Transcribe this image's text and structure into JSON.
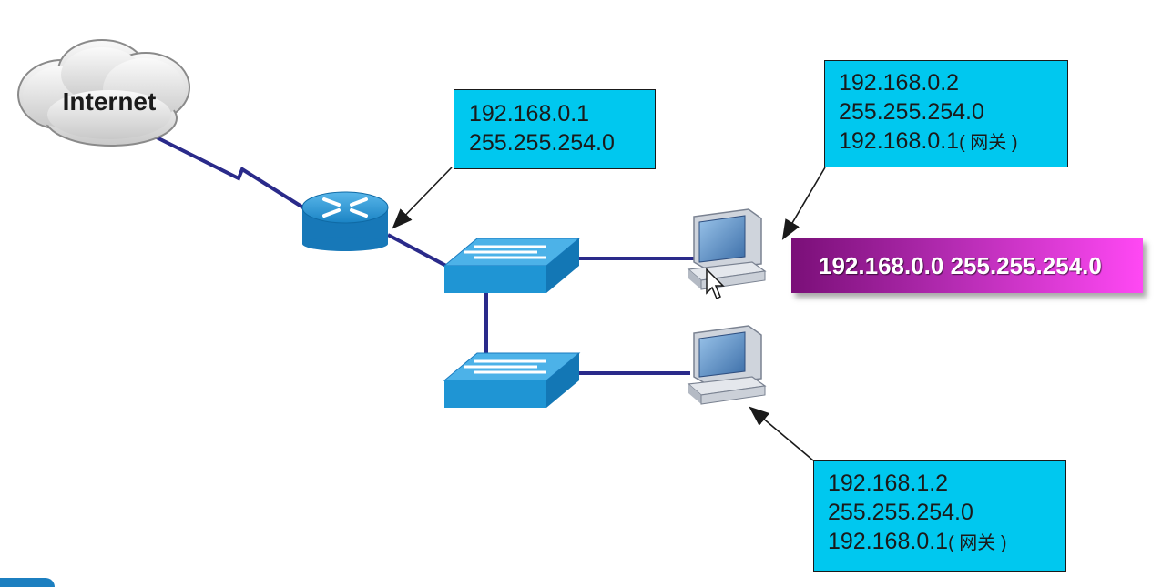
{
  "diagram": {
    "cloud": {
      "label": "Internet"
    },
    "router_box": {
      "ip": "192.168.0.1",
      "mask": "255.255.254.0"
    },
    "pc1_box": {
      "ip": "192.168.0.2",
      "mask": "255.255.254.0",
      "gateway": "192.168.0.1",
      "gateway_note": "( 网关 )"
    },
    "subnet_banner": {
      "text": "192.168.0.0 255.255.254.0"
    },
    "pc2_box": {
      "ip": "192.168.1.2",
      "mask": "255.255.254.0",
      "gateway": "192.168.0.1",
      "gateway_note": "( 网关 )"
    }
  },
  "icons": {
    "cloud": "cloud-icon",
    "router": "router-icon",
    "switch_top": "switch-icon",
    "switch_bottom": "switch-icon",
    "pc_top": "desktop-computer-icon",
    "pc_bottom": "desktop-computer-icon",
    "cursor": "mouse-cursor-icon"
  },
  "colors": {
    "ip_box_fill": "#00c8ef",
    "device_blue": "#1f9ad6",
    "link_line": "#2a2a8a",
    "banner_start": "#7a0f78",
    "banner_end": "#ff48f4"
  }
}
